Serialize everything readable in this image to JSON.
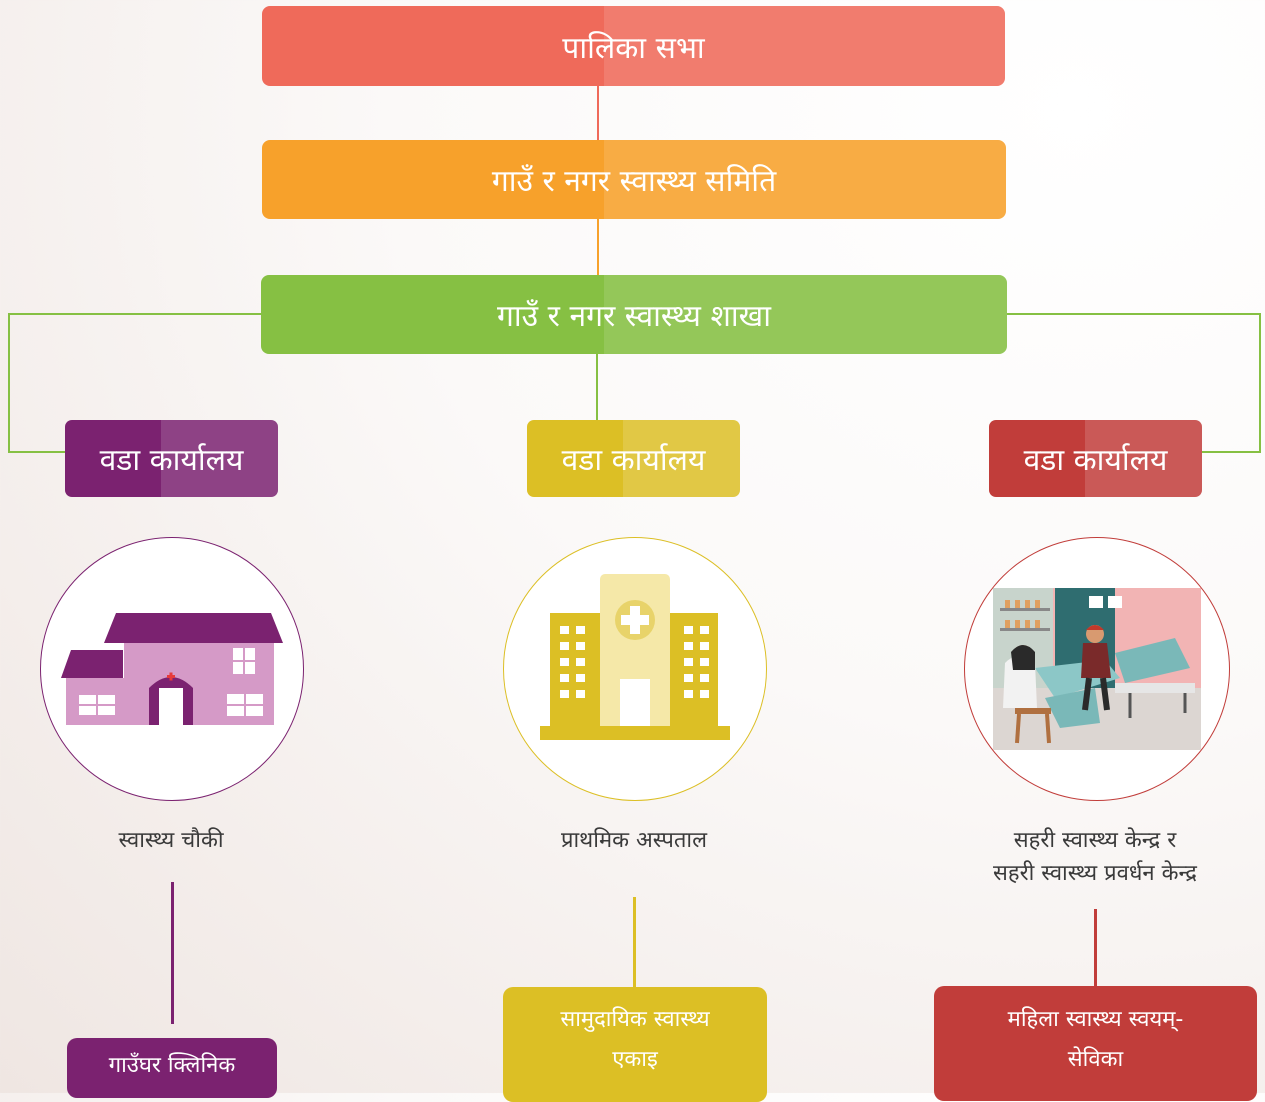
{
  "top": {
    "palika_sabha": "पालिका सभा"
  },
  "committee": {
    "label": "गाउँ र नगर स्वास्थ्य समिति"
  },
  "section": {
    "label": "गाउँ र नगर स्वास्थ्य शाखा"
  },
  "wards": [
    {
      "label": "वडा कार्यालय",
      "color": "#7b2270"
    },
    {
      "label": "वडा कार्यालय",
      "color": "#dcbf25"
    },
    {
      "label": "वडा कार्यालय",
      "color": "#c13d3a"
    }
  ],
  "facilities": [
    {
      "label": "स्वास्थ्य चौकी",
      "icon": "health-post-building-icon"
    },
    {
      "label": "प्राथमिक अस्पताल",
      "icon": "hospital-building-icon"
    },
    {
      "label_line1": "सहरी स्वास्थ्य केन्द्र र",
      "label_line2": "सहरी स्वास्थ्य प्रवर्धन केन्द्र",
      "icon": "doctor-patient-clinic-icon"
    }
  ],
  "bottom_units": [
    {
      "label": "गाउँघर क्लिनिक"
    },
    {
      "label_line1": "सामुदायिक स्वास्थ्य",
      "label_line2": "एकाइ"
    },
    {
      "label_line1": "महिला स्वास्थ्य स्वयम्-",
      "label_line2": "सेविका"
    }
  ],
  "colors": {
    "red": "#ef6a5a",
    "orange": "#f7a12b",
    "green": "#86c043",
    "purple": "#7b2270",
    "yellow": "#dcbf25",
    "crimson": "#c13d3a"
  }
}
